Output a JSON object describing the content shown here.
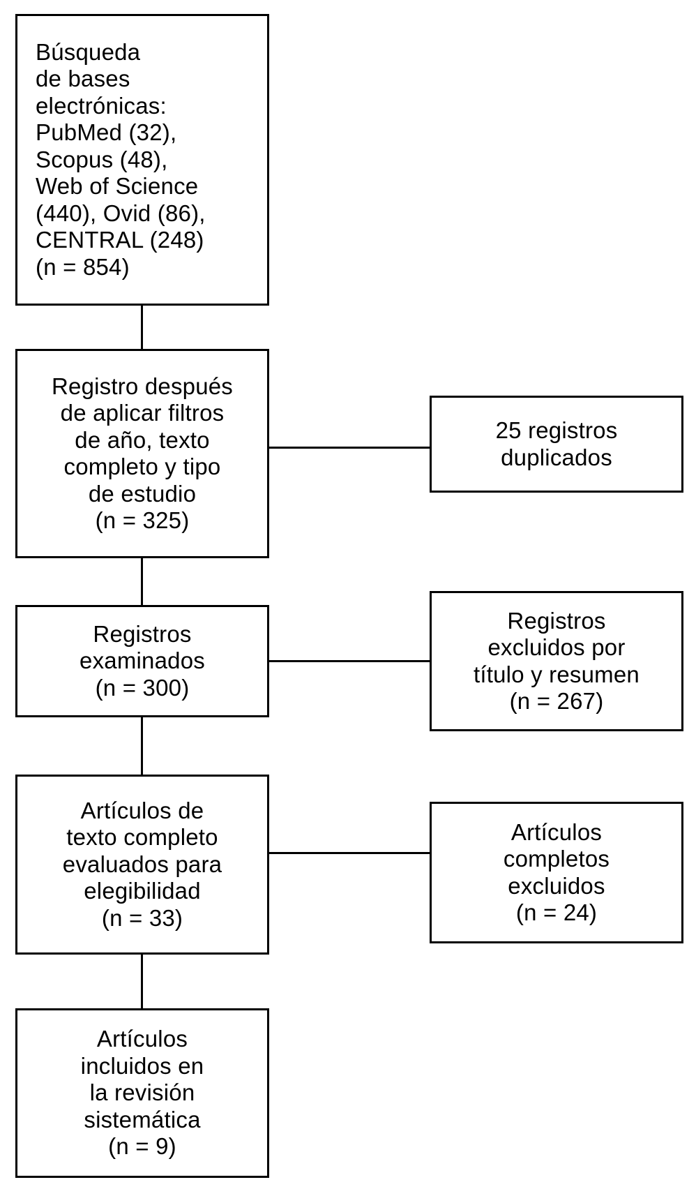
{
  "diagram": {
    "type": "prisma-flow",
    "language": "es",
    "background_color": "#ffffff",
    "line_color": "#000000",
    "main_boxes": [
      {
        "id": "search",
        "align": "left",
        "lines": [
          "Búsqueda",
          "de bases",
          "electrónicas:",
          "PubMed (32),",
          "Scopus (48),",
          "Web of Science",
          "(440), Ovid (86),",
          "CENTRAL (248)",
          "(n = 854)"
        ],
        "n": 854
      },
      {
        "id": "filtered",
        "align": "center",
        "lines": [
          "Registro después",
          "de aplicar filtros",
          "de año, texto",
          "completo y tipo",
          "de estudio",
          "(n = 325)"
        ],
        "n": 325
      },
      {
        "id": "screened",
        "align": "center",
        "lines": [
          "Registros",
          "examinados",
          "(n = 300)"
        ],
        "n": 300
      },
      {
        "id": "fulltext",
        "align": "center",
        "lines": [
          "Artículos de",
          "texto completo",
          "evaluados para",
          "elegibilidad",
          "(n = 33)"
        ],
        "n": 33
      },
      {
        "id": "included",
        "align": "center",
        "lines": [
          "Artículos",
          "incluidos en",
          "la revisión",
          "sistemática",
          "(n = 9)"
        ],
        "n": 9
      }
    ],
    "side_boxes": [
      {
        "id": "duplicates",
        "align": "center",
        "lines": [
          "25 registros",
          "duplicados"
        ],
        "n": 25
      },
      {
        "id": "excluded-title",
        "align": "center",
        "lines": [
          "Registros",
          "excluidos por",
          "título y resumen",
          "(n = 267)"
        ],
        "n": 267
      },
      {
        "id": "excluded-full",
        "align": "center",
        "lines": [
          "Artículos",
          "completos",
          "excluidos",
          "(n = 24)"
        ],
        "n": 24
      }
    ],
    "databases": [
      {
        "name": "PubMed",
        "count": 32
      },
      {
        "name": "Scopus",
        "count": 48
      },
      {
        "name": "Web of Science",
        "count": 440
      },
      {
        "name": "Ovid",
        "count": 86
      },
      {
        "name": "CENTRAL",
        "count": 248
      }
    ]
  }
}
